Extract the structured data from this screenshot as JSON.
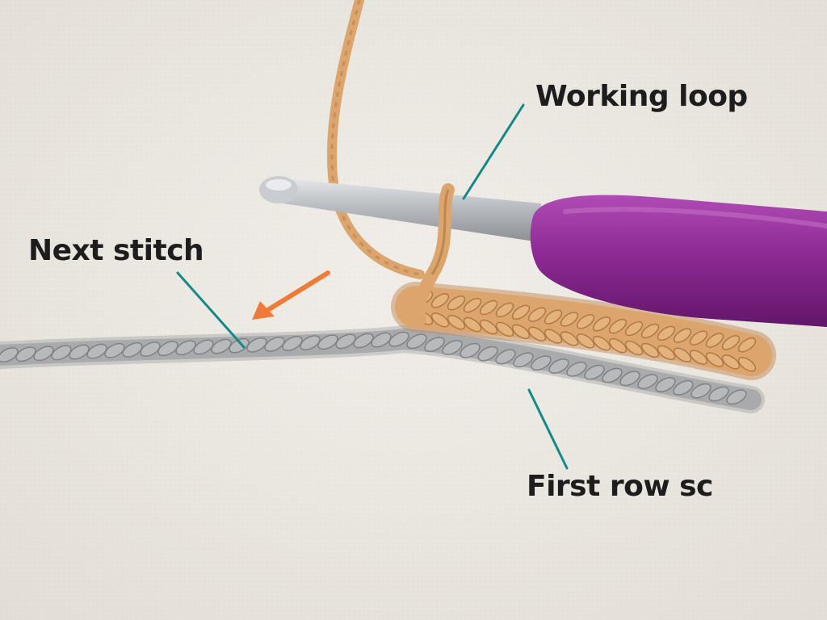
{
  "annotations": {
    "working_loop": "Working loop",
    "next_stitch": "Next stitch",
    "first_row": "First row sc"
  },
  "colors": {
    "background": "#ebe7e1",
    "hook_handle": "#8e2a94",
    "hook_shaft": "#b9bcc0",
    "yarn_tan": "#d9a36b",
    "yarn_gray": "#a3a5a7",
    "leader_line": "#148a86",
    "arrow": "#f07a38",
    "label_text": "#1d1d1d"
  },
  "icons": {
    "pointer": "arrow-icon"
  }
}
